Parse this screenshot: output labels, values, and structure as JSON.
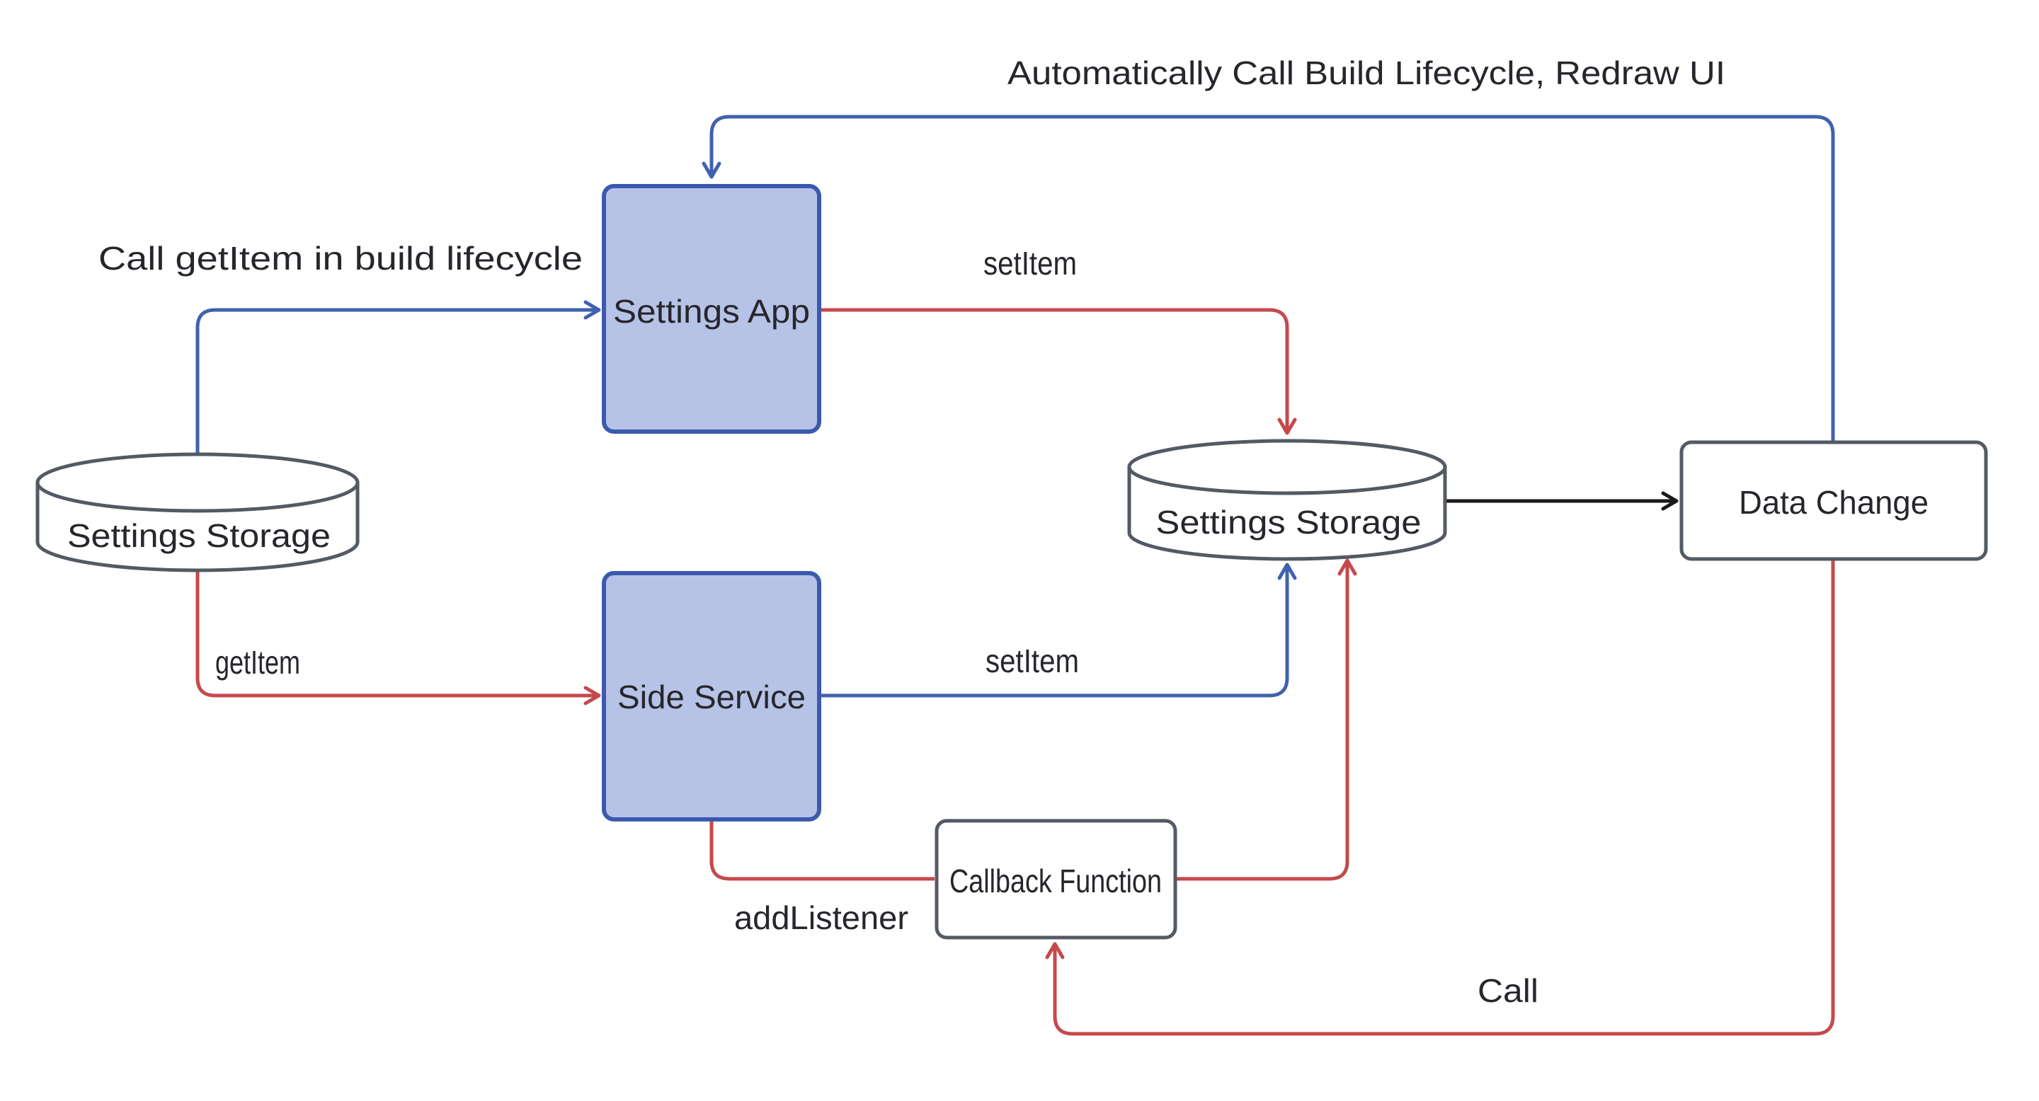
{
  "nodes": {
    "settings_storage_left": {
      "label": "Settings Storage",
      "shape": "cylinder"
    },
    "settings_app": {
      "label": "Settings App",
      "shape": "rounded-rect"
    },
    "side_service": {
      "label": "Side Service",
      "shape": "rounded-rect"
    },
    "settings_storage_center": {
      "label": "Settings Storage",
      "shape": "cylinder"
    },
    "data_change": {
      "label": "Data Change",
      "shape": "rounded-rect"
    },
    "callback_function": {
      "label": "Callback Function",
      "shape": "rounded-rect"
    }
  },
  "edge_labels": {
    "auto_redraw": "Automatically Call Build Lifecycle, Redraw UI",
    "call_getitem": "Call getItem in build lifecycle",
    "setitem_app": "setItem",
    "getitem": "getItem",
    "setitem_service": "setItem",
    "addlistener": "addListener",
    "call": "Call"
  },
  "edges": [
    {
      "from": "settings_storage_left",
      "to": "settings_app",
      "label": "Call getItem in build lifecycle",
      "color": "blue",
      "arrow": true
    },
    {
      "from": "settings_app",
      "to": "settings_storage_center",
      "label": "setItem",
      "color": "red",
      "arrow": true
    },
    {
      "from": "settings_storage_left",
      "to": "side_service",
      "label": "getItem",
      "color": "red",
      "arrow": true
    },
    {
      "from": "side_service",
      "to": "settings_storage_center",
      "label": "setItem",
      "color": "blue",
      "arrow": true
    },
    {
      "from": "side_service",
      "to": "callback_function",
      "label": "addListener",
      "color": "red",
      "arrow": false
    },
    {
      "from": "callback_function",
      "to": "settings_storage_center",
      "label": "",
      "color": "red",
      "arrow": true
    },
    {
      "from": "settings_storage_center",
      "to": "data_change",
      "label": "",
      "color": "black",
      "arrow": true
    },
    {
      "from": "data_change",
      "to": "settings_app",
      "label": "Automatically Call Build Lifecycle, Redraw UI",
      "color": "blue",
      "arrow": true
    },
    {
      "from": "data_change",
      "to": "callback_function",
      "label": "Call",
      "color": "red",
      "arrow": true
    }
  ],
  "colors": {
    "background": "#ffffff",
    "node_fill": "#b6c3e6",
    "node_border": "#3c59b0",
    "shape_fill": "#ffffff",
    "gray_border": "#545a63",
    "blue": "#4161ae",
    "red": "#c5494c",
    "black": "#1a1a1a",
    "text": "#26262c"
  }
}
